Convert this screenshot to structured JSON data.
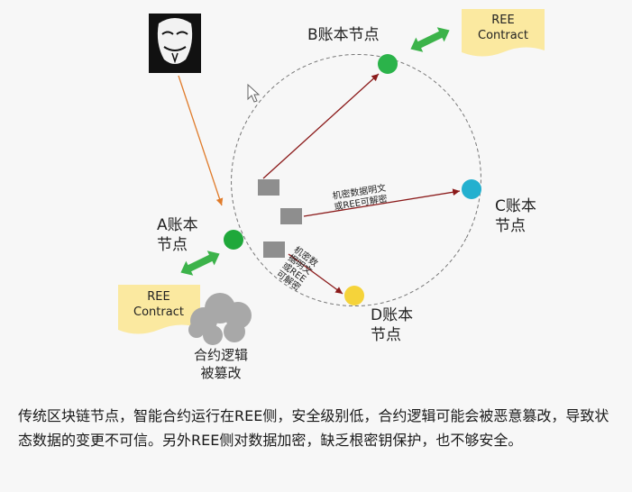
{
  "nodes": {
    "a": {
      "label_line1": "A账本",
      "label_line2": "节点"
    },
    "b": {
      "label": "B账本节点"
    },
    "c": {
      "label_line1": "C账本",
      "label_line2": "节点"
    },
    "d": {
      "label_line1": "D账本",
      "label_line2": "节点"
    }
  },
  "ree_notes": {
    "top": {
      "line1": "REE",
      "line2": "Contract"
    },
    "left": {
      "line1": "REE",
      "line2": "Contract"
    }
  },
  "edge_labels": {
    "to_c": {
      "line1": "机密数据明文",
      "line2": "或REE可解密"
    },
    "to_d": {
      "line1": "机密数",
      "line2": "据明文",
      "line3": "或REE",
      "line4": "可解密"
    }
  },
  "tamper": {
    "line1": "合约逻辑",
    "line2": "被篡改"
  },
  "footer": {
    "text": "传统区块链节点，智能合约运行在REE侧，安全级别低，合约逻辑可能会被恶意篡改，导致状态数据的变更不可信。另外REE侧对数据加密，缺乏根密钥保护，也不够安全。"
  },
  "colors": {
    "node_a": "#1fa83a",
    "node_b": "#2bb34a",
    "node_c": "#23b0cf",
    "node_d": "#f5d33a",
    "arrow_red": "#8b1a1a",
    "arrow_orange": "#e07b2a",
    "green_arrow": "#3cb34a",
    "note_yellow": "#fbe9a0",
    "cloud_gray": "#a8a8a8"
  },
  "icons": {
    "attacker": "anonymous-mask-icon",
    "cursor": "mouse-pointer-icon"
  }
}
